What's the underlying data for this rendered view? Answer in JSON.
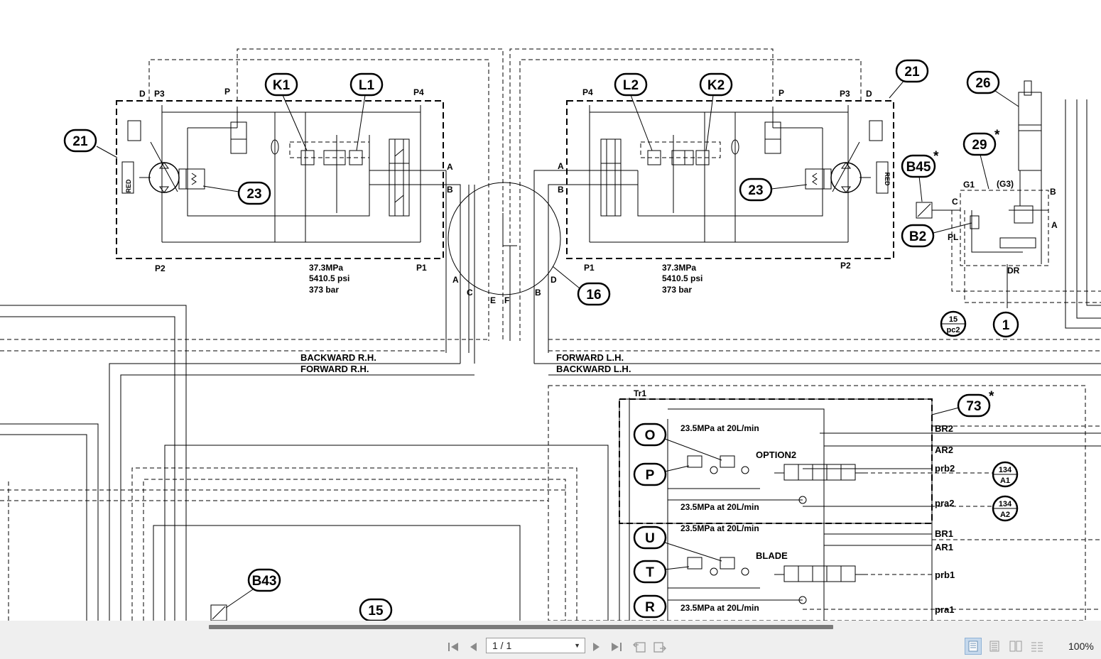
{
  "diagram": {
    "callouts": {
      "c21_left": "21",
      "c21_right": "21",
      "c23_left": "23",
      "c23_right": "23",
      "k1": "K1",
      "l1": "L1",
      "l2": "L2",
      "k2": "K2",
      "c16": "16",
      "c15": "15",
      "c26": "26",
      "c29": "29",
      "b45": "B45",
      "b2": "B2",
      "b43": "B43",
      "c73": "73",
      "o": "O",
      "p": "P",
      "u": "U",
      "t": "T",
      "r": "R",
      "c1": "1"
    },
    "small_callouts": {
      "pc2_top": "15",
      "pc2_bottom": "pc2",
      "a1_top": "134",
      "a1_bottom": "A1",
      "a2_top": "134",
      "a2_bottom": "A2"
    },
    "ports_left": {
      "d": "D",
      "p3": "P3",
      "p": "P",
      "p4": "P4",
      "p2": "P2",
      "p1": "P1",
      "a": "A",
      "b": "B",
      "red": "RED"
    },
    "ports_right": {
      "p4": "P4",
      "p": "P",
      "p3": "P3",
      "d": "D",
      "p1": "P1",
      "p2": "P2",
      "a": "A",
      "b": "B",
      "red": "RED"
    },
    "pressure_left": [
      "37.3MPa",
      "5410.5 psi",
      "373 bar"
    ],
    "pressure_right": [
      "37.3MPa",
      "5410.5 psi",
      "373 bar"
    ],
    "swivel_ports": {
      "a": "A",
      "c": "C",
      "e": "E",
      "f": "F",
      "b": "B",
      "d": "D"
    },
    "line_labels": {
      "backward_rh": "BACKWARD R.H.",
      "forward_rh": "FORWARD R.H.",
      "forward_lh": "FORWARD L.H.",
      "backward_lh": "BACKWARD L.H."
    },
    "pilot_ports": {
      "g1": "G1",
      "g3": "(G3)",
      "c": "C",
      "b": "B",
      "a": "A",
      "pl": "PL",
      "dr": "DR"
    },
    "asterisk": "*",
    "valve_block": {
      "tr1": "Tr1",
      "relief1": "23.5MPa at 20L/min",
      "relief2": "23.5MPa at 20L/min",
      "relief3": "23.5MPa at 20L/min",
      "relief4": "23.5MPa at 20L/min",
      "option2": "OPTION2",
      "blade": "BLADE",
      "outputs": {
        "br2": "BR2",
        "ar2": "AR2",
        "prb2": "prb2",
        "pra2": "pra2",
        "br1": "BR1",
        "ar1": "AR1",
        "prb1": "prb1",
        "pra1": "pra1"
      }
    }
  },
  "viewer": {
    "page_display": "1 / 1",
    "zoom": "100%",
    "scroll_fraction": 0.57,
    "nav": {
      "first": "first-page",
      "prev": "previous-page",
      "next": "next-page",
      "last": "last-page"
    }
  }
}
